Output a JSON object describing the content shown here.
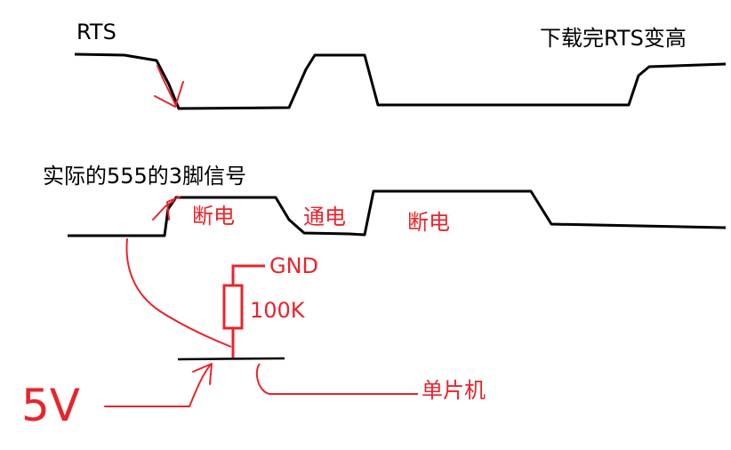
{
  "labels": {
    "rts": "RTS",
    "rts_high_note": "下载完RTS变高",
    "pin3_signal": "实际的555的3脚信号",
    "off_1": "断电",
    "on": "通电",
    "off_2": "断电",
    "gnd": "GND",
    "resistor": "100K",
    "mcu": "单片机",
    "voltage": "5V"
  },
  "colors": {
    "waveform": "#000000",
    "annotation": "#e8242b"
  }
}
